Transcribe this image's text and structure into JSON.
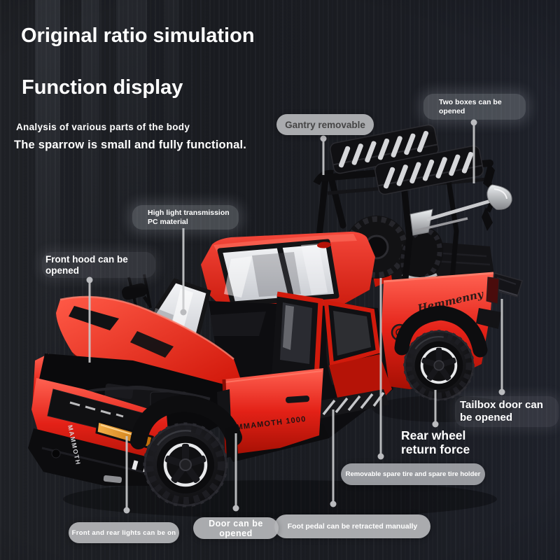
{
  "header": {
    "title": "Original ratio simulation",
    "subtitle": "Function display",
    "tagline1": "Analysis of various parts of the body",
    "tagline2": "The sparrow is small and fully functional."
  },
  "callouts": {
    "gantry": {
      "label": "Gantry removable"
    },
    "two_boxes": {
      "line1": "Two boxes can be",
      "line2": "opened"
    },
    "pc_material": {
      "line1": "High light transmission",
      "line2": "PC material"
    },
    "front_hood": {
      "line1": "Front hood can be",
      "line2": "opened"
    },
    "tailbox": {
      "line1": "Tailbox door can",
      "line2": "be opened"
    },
    "rear_wheel": {
      "line1": "Rear wheel",
      "line2": "return force"
    },
    "spare_tire": {
      "label": "Removable spare tire and spare tire holder"
    },
    "foot_pedal": {
      "label": "Foot pedal can be retracted manually"
    },
    "door": {
      "label": "Door can be opened"
    },
    "lights": {
      "label": "Front and rear lights can be on"
    }
  },
  "truck": {
    "door_decal": "MMAMOTH 1000",
    "bed_decal": "Hemmenny",
    "bumper_decal": "MAMMOTH"
  },
  "colors": {
    "truck_red": "#e32117",
    "pill_gray": "#b5b6b9",
    "leader_line": "#c9cacc",
    "headlight_amber": "#e09110",
    "background": "#1a1c21"
  }
}
